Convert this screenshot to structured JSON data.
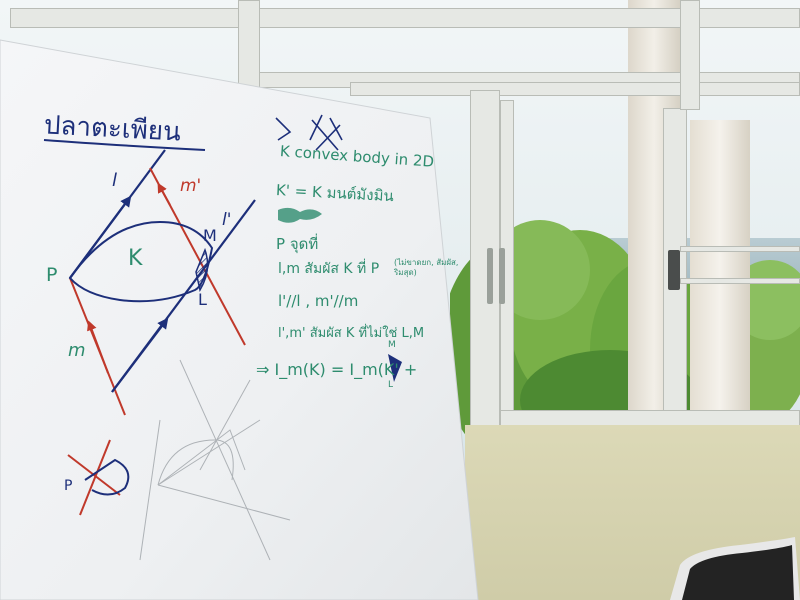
{
  "whiteboard": {
    "title": "ปลาตะเพียน",
    "lines": [
      "K convex body in 2D",
      "K' = K มนต์มังมิน",
      "P จุดที่",
      "l,m สัมผัส K ที่ P",
      "(ไม่ขาดยก, สัมผัส, ริมสุด)",
      "l'//l , m'//m",
      "l',m' สัมผัส K ที่ไม่ใช่ L,M",
      "⇒ I_m(K) = I_m(K' +"
    ],
    "labels": {
      "l": "l",
      "m_prime": "m'",
      "l_prime": "l'",
      "m": "m",
      "K": "K",
      "M": "M",
      "L": "L",
      "P": "P",
      "P_small": "P",
      "M_small": "M",
      "L_small": "L"
    }
  },
  "colors": {
    "green_marker": "#2e8c6e",
    "navy_marker": "#1d2f7a",
    "red_marker": "#c0392b",
    "board": "#f2f4f6"
  }
}
